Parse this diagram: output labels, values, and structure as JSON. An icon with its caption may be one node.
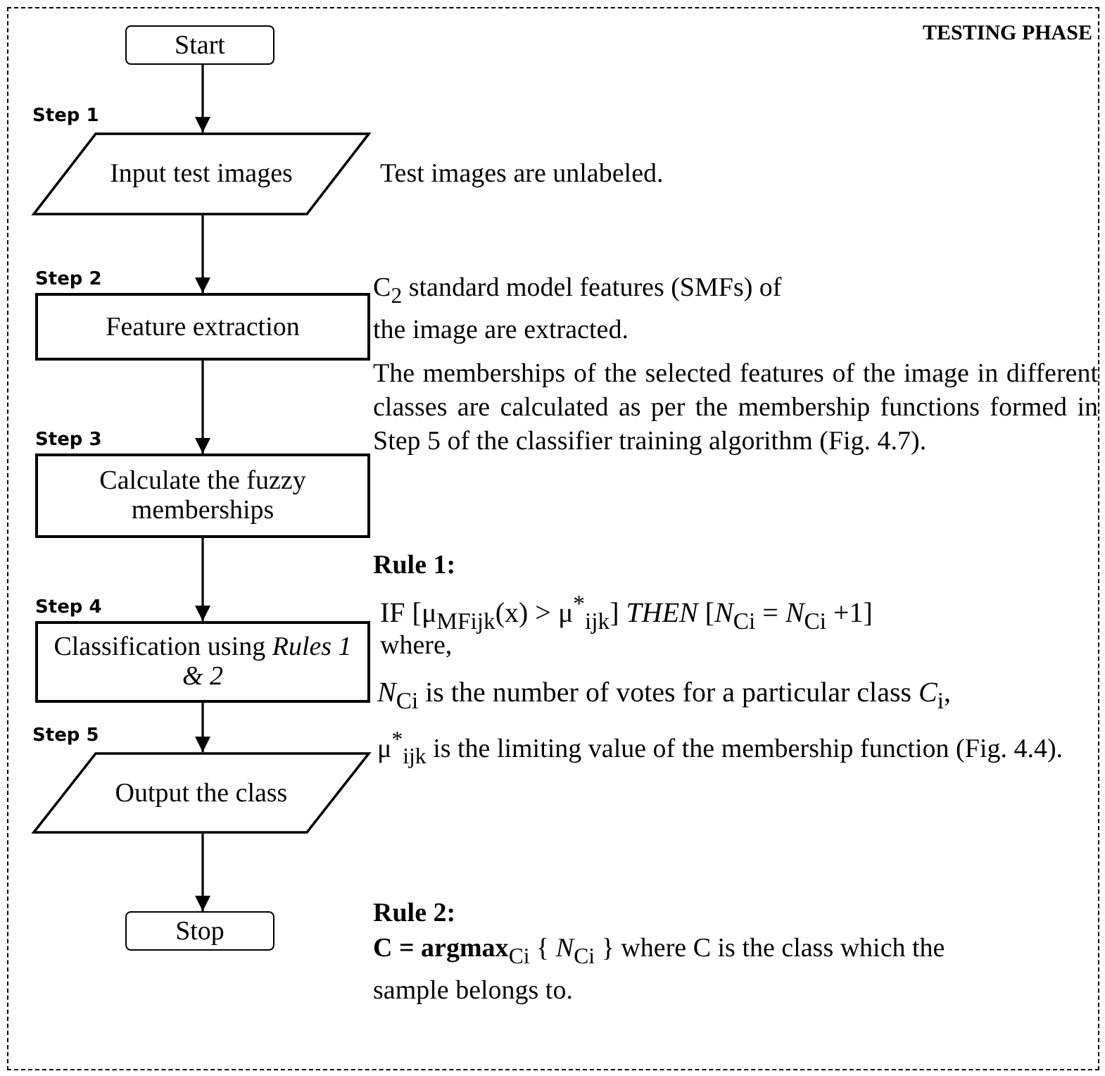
{
  "diagram": {
    "nodes": [
      {
        "text": [
          "TESTING PHASE"
        ]
      },
      {
        "text": [
          "Start"
        ],
        "in": 0
      },
      {
        "text": [
          "Input test images"
        ],
        "in": 0,
        "beside": [
          "Step 1"
        ]
      },
      {
        "text": [
          "Feature extraction"
        ],
        "in": 0,
        "beside": [
          "Step 2"
        ]
      },
      {
        "text": [
          "Calculate the fuzzy memberships"
        ],
        "in": 0,
        "beside": [
          "Step 3"
        ]
      },
      {
        "text": [
          "Classification using *Rules 1 & 2*"
        ],
        "in": 0,
        "beside": [
          "Step 4"
        ]
      },
      {
        "text": [
          "Output the class"
        ],
        "in": 0,
        "beside": [
          "Step 5"
        ]
      },
      {
        "text": [
          "Stop"
        ],
        "in": 0
      }
    ],
    "edges": [
      {
        "from": 1,
        "to": 2,
        "arrow": "to"
      },
      {
        "from": 2,
        "to": 3,
        "arrow": "to"
      },
      {
        "from": 3,
        "to": 4,
        "arrow": "to"
      },
      {
        "from": 4,
        "to": 5,
        "arrow": "to"
      },
      {
        "from": 5,
        "to": 6,
        "arrow": "to"
      },
      {
        "from": 6,
        "to": 7,
        "arrow": "to"
      }
    ],
    "labels": [
      "Test images are unlabeled.",
      "C$_{2}$ standard model features (SMFs) of the  image are extracted.",
      "The memberships of the selected features of the image in different classes are calculated as per the membership functions formed in Step 5 of the classifier training algorithm (Fig. 4.7).",
      "Rule 1:",
      "IF [μ$_{MFijk}$(x) > μ$^{*}$$_{ijk}$] *THEN* [*N*$_{Ci}$ = *N*$_{Ci}$ +1]",
      "where,",
      "*N*$_{Ci}$ is the number of votes for a particular class *C*$_{i}$,",
      "μ$^{*}$$_{ijk}$ is the  limiting value of the membership function (Fig. 4.4).",
      "Rule 2:",
      "**C = argmax**$_{Ci}$ { *N*$_{Ci}$ } where C is the class which the sample belongs to."
    ]
  }
}
